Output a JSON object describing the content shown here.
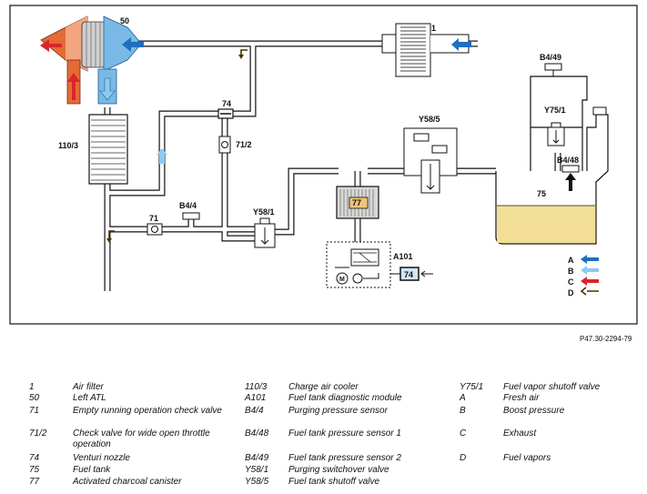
{
  "diagram": {
    "labels": {
      "atl": "50",
      "air_filter": "1",
      "cooler": "110/3",
      "venturi": "74",
      "check_wot": "71/2",
      "check_empty": "71",
      "b44": "B4/4",
      "y581": "Y58/1",
      "y585": "Y58/5",
      "canister": "77",
      "module": "A101",
      "module_74": "74",
      "b449": "B4/49",
      "y751": "Y75/1",
      "b448": "B4/48",
      "tank": "75"
    },
    "flow_key": [
      {
        "letter": "A",
        "color": "#1f6fbf"
      },
      {
        "letter": "B",
        "color": "#8ccaf0"
      },
      {
        "letter": "C",
        "color": "#d8262b"
      },
      {
        "letter": "D",
        "color": "#4a3000"
      }
    ],
    "colors": {
      "tank_fuel": "#f2df95",
      "hot_side": "#e56a35",
      "cold_side": "#5ba6dd",
      "canister_fill": "#f0c47a"
    }
  },
  "reference": "P47.30-2294-79",
  "legend": [
    {
      "code": "1",
      "desc": "Air filter"
    },
    {
      "code": "50",
      "desc": "Left ATL"
    },
    {
      "code": "71",
      "desc": "Empty running operation check valve"
    },
    {
      "code": "71/2",
      "desc": "Check valve for wide open throttle operation"
    },
    {
      "code": "74",
      "desc": "Venturi nozzle"
    },
    {
      "code": "75",
      "desc": "Fuel tank"
    },
    {
      "code": "77",
      "desc": "Activated charcoal canister"
    },
    {
      "code": "110/3",
      "desc": "Charge air cooler"
    },
    {
      "code": "A101",
      "desc": "Fuel tank diagnostic module"
    },
    {
      "code": "B4/4",
      "desc": "Purging pressure sensor"
    },
    {
      "code": "B4/48",
      "desc": "Fuel tank pressure sensor 1"
    },
    {
      "code": "B4/49",
      "desc": "Fuel tank pressure sensor 2"
    },
    {
      "code": "Y58/1",
      "desc": "Purging switchover valve"
    },
    {
      "code": "Y58/5",
      "desc": "Fuel tank shutoff valve"
    },
    {
      "code": "Y75/1",
      "desc": "Fuel vapor shutoff valve"
    },
    {
      "code": "A",
      "desc": "Fresh air"
    },
    {
      "code": "B",
      "desc": "Boost pressure"
    },
    {
      "code": "C",
      "desc": "Exhaust"
    },
    {
      "code": "D",
      "desc": "Fuel vapors"
    }
  ]
}
